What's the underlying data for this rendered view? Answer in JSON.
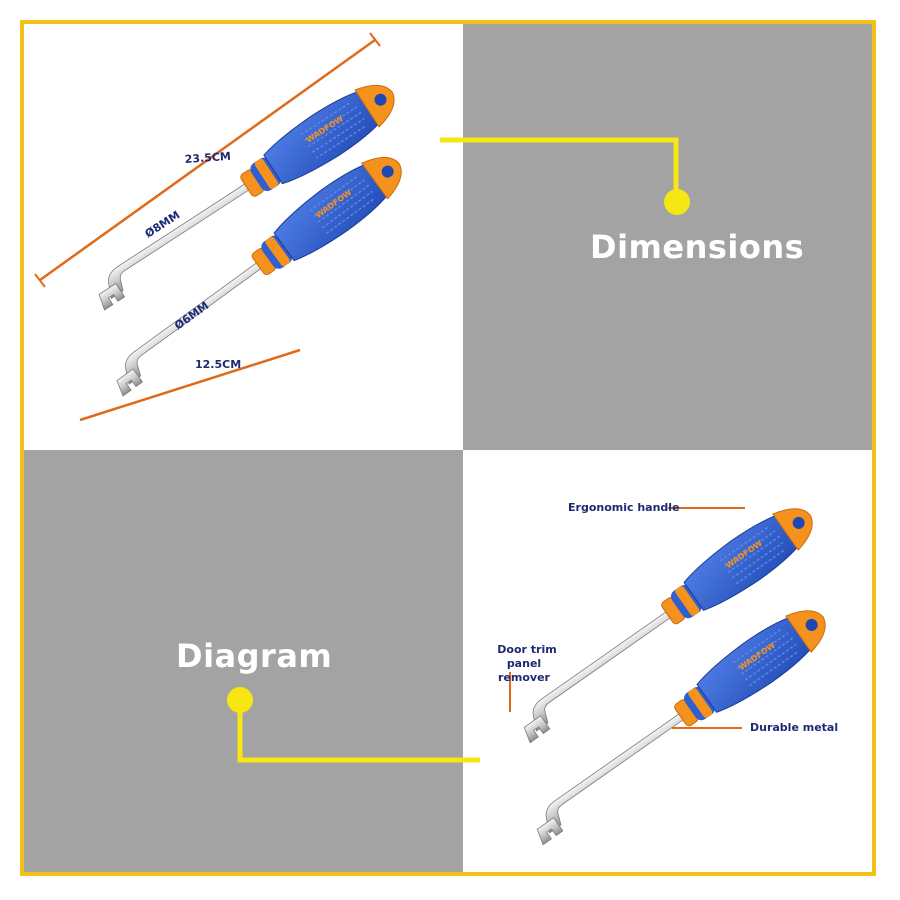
{
  "sections": {
    "dimensions": {
      "title": "Dimensions"
    },
    "diagram": {
      "title": "Diagram"
    }
  },
  "measurements": {
    "overall_length": "23.5CM",
    "large_shaft_diameter": "Ø8MM",
    "small_shaft_diameter": "Ø6MM",
    "small_length": "12.5CM"
  },
  "callouts": {
    "handle": "Ergonomic handle",
    "tip_line1": "Door trim",
    "tip_line2": "panel remover",
    "shaft": "Durable metal"
  },
  "brand": "WADFOW",
  "colors": {
    "frame": "#f2c21b",
    "connector": "#f5e614",
    "panel_gray": "#a3a3a3",
    "handle_blue": "#2f5fd0",
    "handle_orange": "#f5921e",
    "measure_orange": "#e06a1a",
    "text_navy": "#1d2a73"
  }
}
